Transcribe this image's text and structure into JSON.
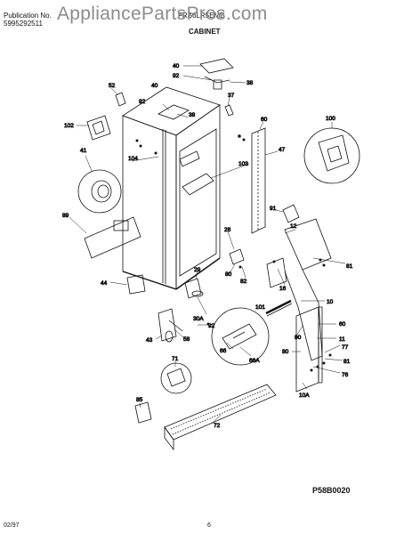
{
  "header": {
    "publication_label": "Publication No.",
    "publication_number": "5995292511",
    "model_number": "FRS6LR5EMB",
    "section_title": "CABINET"
  },
  "watermark": "AppliancePartsPros.com",
  "drawing_ref": "P58B0020",
  "footer": {
    "date": "02/97",
    "page": "6"
  },
  "callouts": [
    "40",
    "92",
    "38",
    "37",
    "52",
    "40",
    "92",
    "38",
    "60",
    "100",
    "102",
    "41",
    "104",
    "103",
    "47",
    "91",
    "12",
    "81",
    "89",
    "26",
    "29",
    "80",
    "82",
    "16",
    "44",
    "30A",
    "92",
    "58",
    "101",
    "10",
    "60",
    "90",
    "11",
    "77",
    "81",
    "76",
    "43",
    "66",
    "66A",
    "80",
    "10A",
    "71",
    "85",
    "72"
  ]
}
